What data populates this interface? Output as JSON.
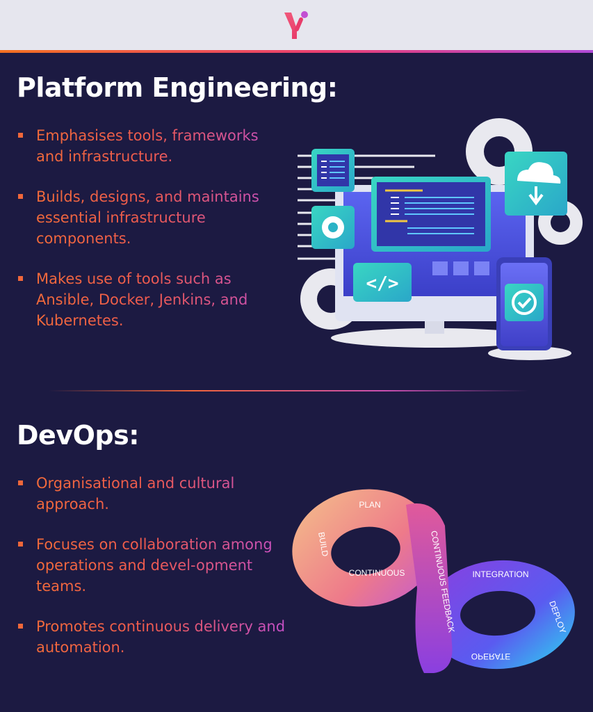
{
  "header": {
    "logo_icon": "y-logo-icon"
  },
  "platform_engineering": {
    "heading": "Platform Engineering:",
    "items": [
      "Emphasises tools, frameworks and infrastructure.",
      "Builds, designs, and maintains essential infrastructure components.",
      "Makes use of tools such as Ansible, Docker, Jenkins, and Kubernetes."
    ]
  },
  "devops": {
    "heading": "DevOps:",
    "items": [
      "Organisational and cultural approach.",
      "Focuses on collaboration among operations and devel-opment teams.",
      "Promotes continuous delivery and automation."
    ]
  },
  "infinity_loop": {
    "labels": {
      "plan": "PLAN",
      "build": "BUILD",
      "continuous": "CONTINUOUS",
      "feedback": "CONTINUOUS FEEDBACK",
      "integration": "INTEGRATION",
      "deploy": "DEPLOY",
      "operate": "OPERATE"
    }
  },
  "colors": {
    "background": "#1c1a42",
    "accent_orange": "#f37021",
    "accent_pink": "#ea3e73",
    "accent_purple": "#b04ad8"
  }
}
